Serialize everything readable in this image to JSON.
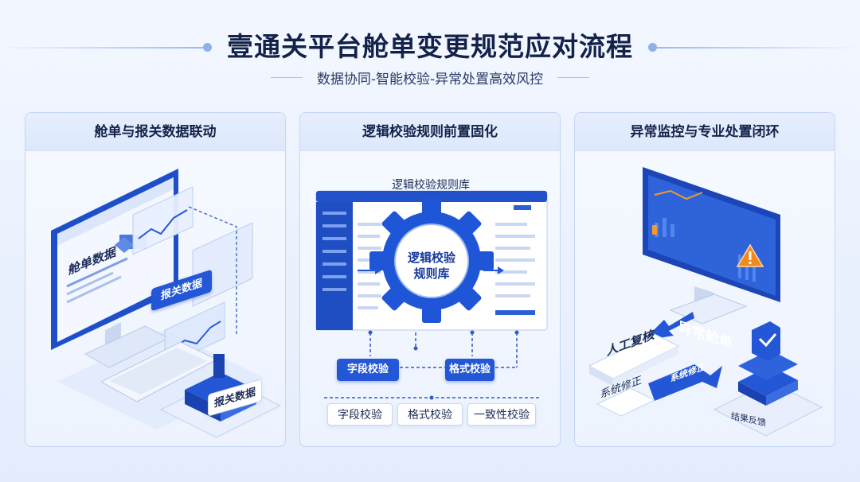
{
  "header": {
    "title": "壹通关平台舱单变更规范应对流程",
    "subtitle": "数据协同-智能校验-异常处置高效风控"
  },
  "panels": [
    {
      "title": "舱单与报关数据联动",
      "screen_label": "舱单数据",
      "float_label": "报关数据",
      "box_label": "报关数据"
    },
    {
      "title": "逻辑校验规则前置固化",
      "library_label": "逻辑校验规则库",
      "gear_label_line1": "逻辑校验",
      "gear_label_line2": "规则库",
      "mid_tags": [
        "字段校验",
        "格式校验"
      ],
      "bottom_tags": [
        "字段校验",
        "格式校验",
        "一致性校验"
      ]
    },
    {
      "title": "异常监控与专业处置闭环",
      "screen_label": "异常舱单",
      "review_label": "人工复核",
      "fix_label": "系统修正",
      "arrow_label": "系统修正",
      "result_label": "结果反馈"
    }
  ],
  "colors": {
    "primary": "#2357d6",
    "dark_blue": "#1a3fa6",
    "warning": "#f08a1c",
    "panel_border": "#c4d5f3"
  },
  "icons": [
    "computer-monitor-icon",
    "keyboard-icon",
    "gear-icon",
    "warning-icon",
    "shield-check-icon",
    "arrow-icon"
  ]
}
